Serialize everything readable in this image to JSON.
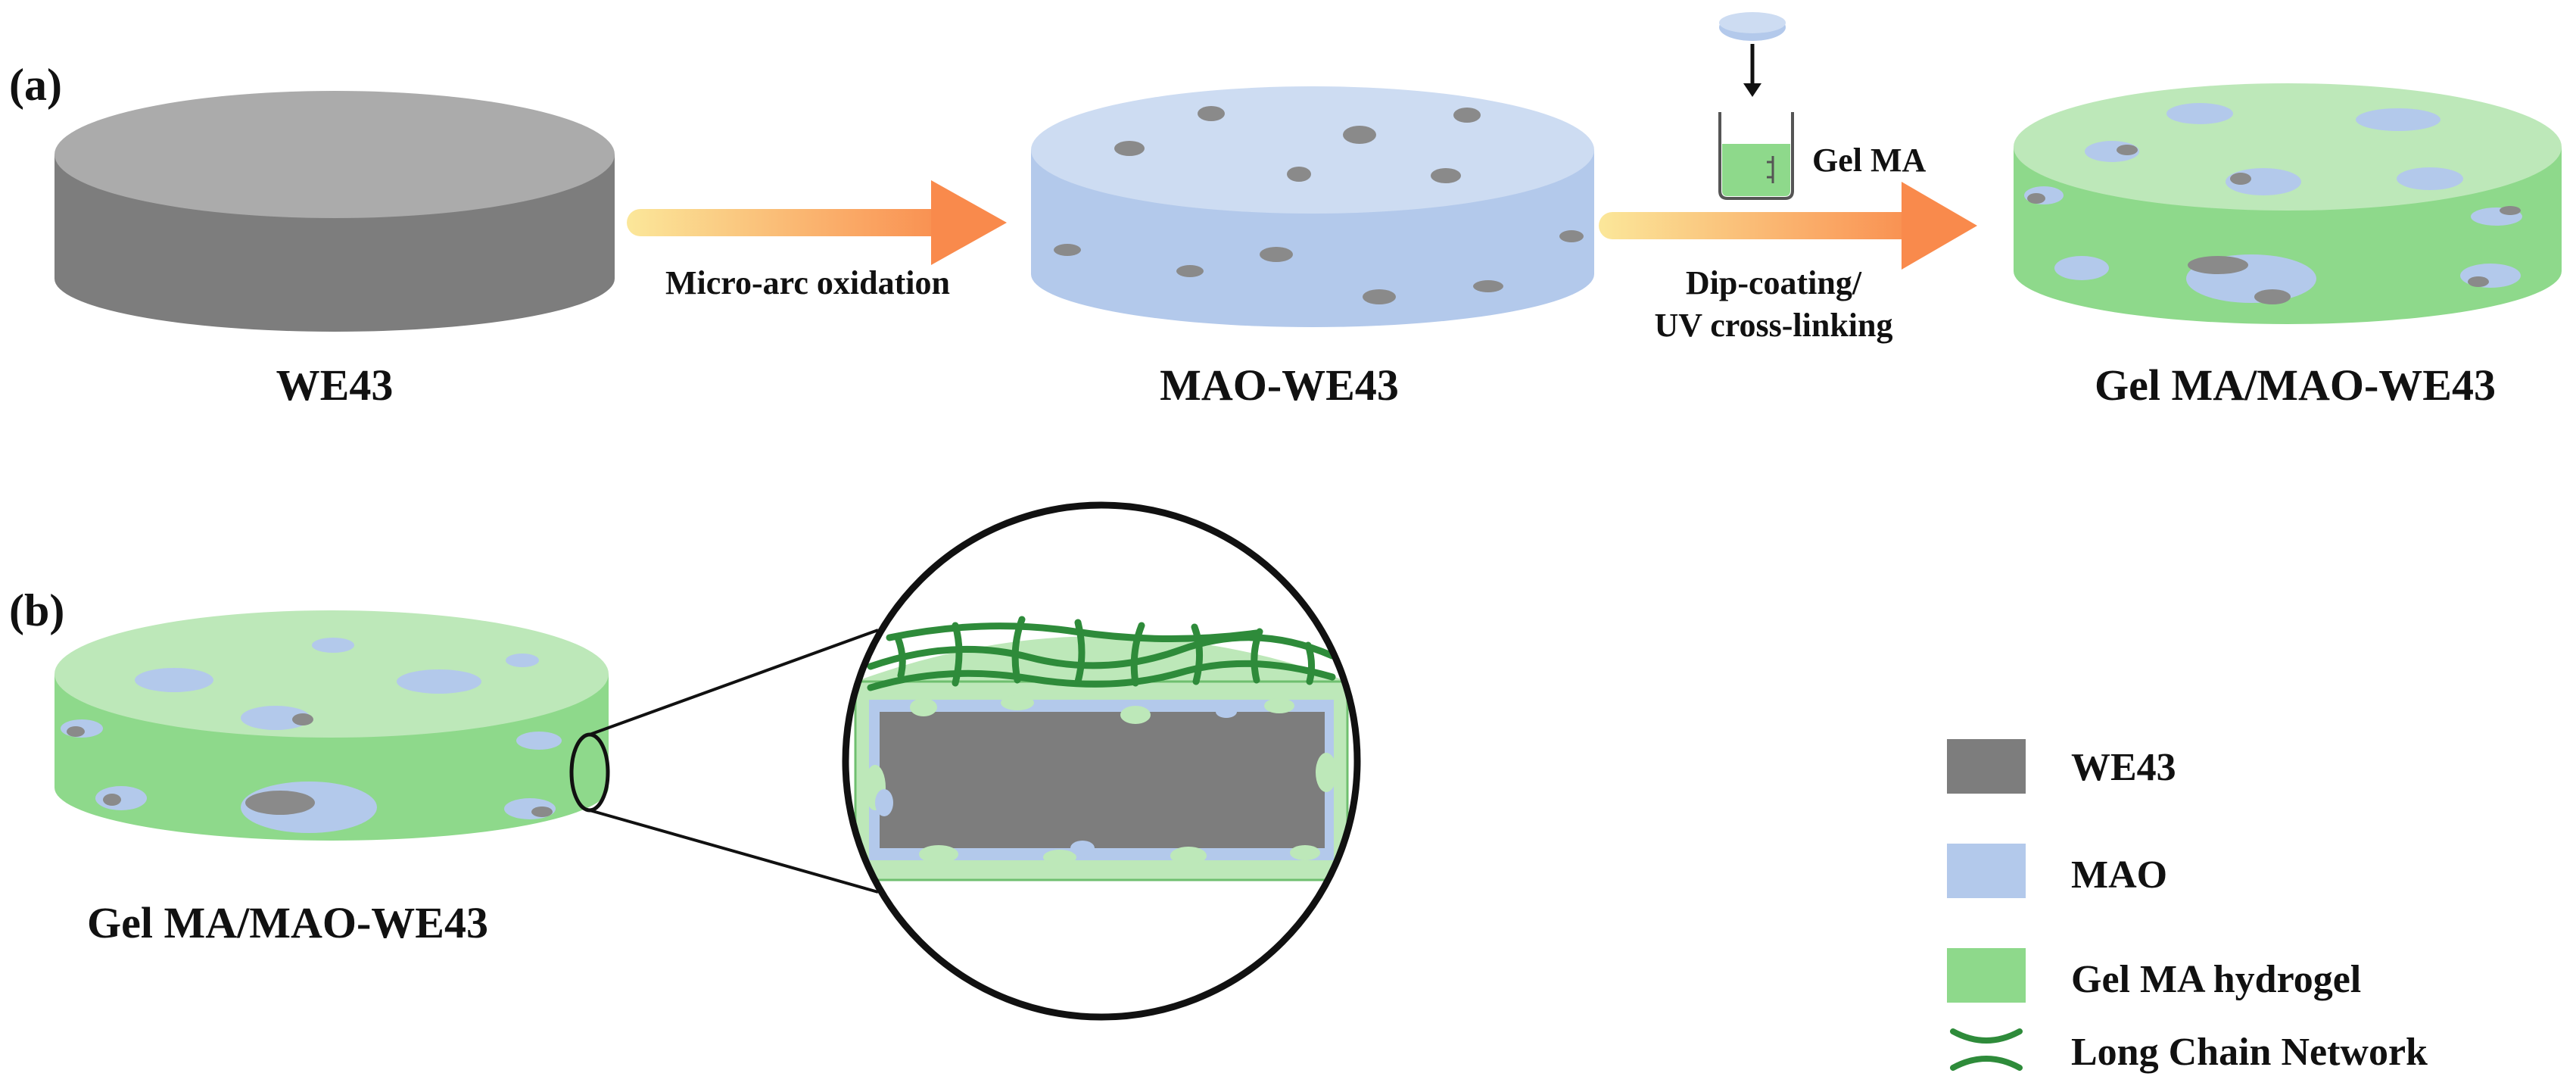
{
  "panels": {
    "a": {
      "label": "(a)",
      "stages": [
        {
          "name": "WE43"
        },
        {
          "name": "MAO-WE43"
        },
        {
          "name": "Gel MA/MAO-WE43"
        }
      ],
      "steps": [
        {
          "label": "Micro-arc oxidation"
        },
        {
          "line1": "Dip-coating/",
          "line2": "UV cross-linking"
        }
      ],
      "reagent": "Gel MA"
    },
    "b": {
      "label": "(b)",
      "sample": "Gel MA/MAO-WE43"
    }
  },
  "legend": [
    {
      "label": "WE43",
      "color": "#7d7d7d"
    },
    {
      "label": "MAO",
      "color": "#b3c9eb"
    },
    {
      "label": "Gel MA hydrogel",
      "color": "#8ed98b"
    },
    {
      "label": "Long Chain Network",
      "color": "#2e8b3a"
    }
  ],
  "colors": {
    "we43_top": "#ababab",
    "we43_side": "#7d7d7d",
    "mao_top": "#cddcf2",
    "mao_side": "#b3c9eb",
    "gel_top": "#bde8b9",
    "gel_side": "#8ed98b",
    "pore": "#8a8a8a",
    "network": "#2e8b3a",
    "arrow_start": "#fbe79a",
    "arrow_end": "#f98a4c"
  }
}
